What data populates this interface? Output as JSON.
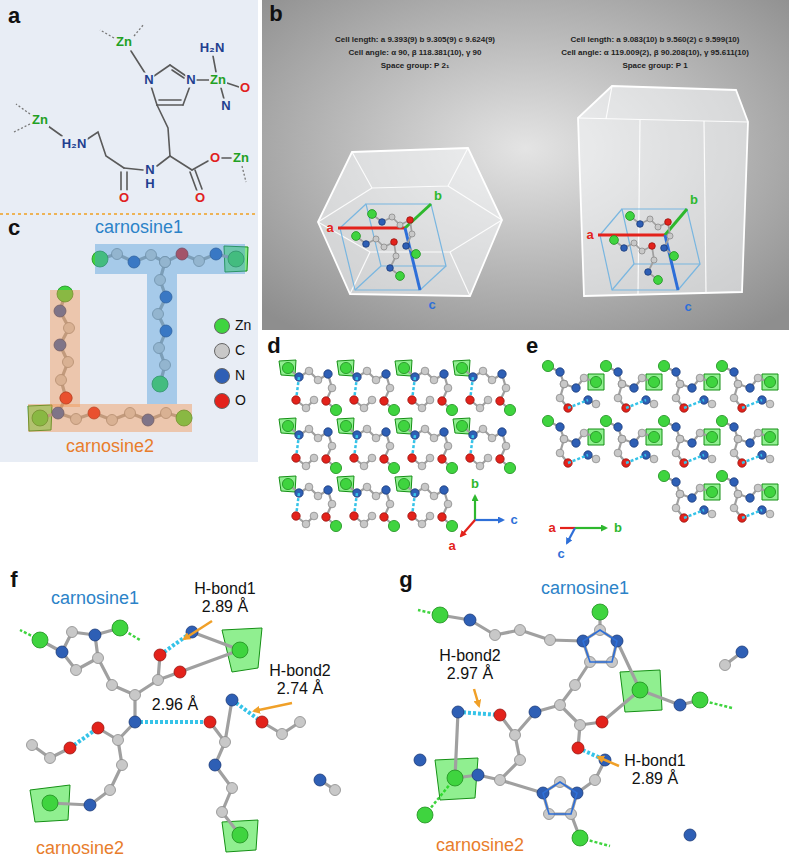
{
  "diagram": {
    "nodes": [
      {
        "text": [
          "carnosine1"
        ]
      },
      {
        "text": [
          "carnosine2"
        ]
      }
    ],
    "labels": [
      "a",
      "b",
      "c",
      "d",
      "e",
      "f",
      "g",
      "Zn",
      "H₂N",
      "Zn",
      "N",
      "N",
      "Zn",
      "H₂N",
      "O",
      "N",
      "N",
      "H",
      "O",
      "O",
      "O",
      "Zn",
      "Cell length: a 9.393(9) b 9.305(9) c 9.624(9)",
      "Cell angle: α 90, β 118.381(10), γ 90",
      "Space group: P 2₁",
      "Cell length: a 9.083(10) b 9.560(2) c 9.599(10)",
      "Cell angle: α 119.009(2), β 90.208(10), γ 95.611(10)",
      "Space group: P 1",
      "a",
      "b",
      "c",
      "a",
      "b",
      "c",
      "b",
      "c",
      "a",
      "a",
      "b",
      "c",
      "carnosine1",
      "H-bond1 2.89 Å",
      "2.96 Å",
      "H-bond2 2.74 Å",
      "carnosine2",
      "carnosine1",
      "H-bond2 2.97 Å",
      "H-bond1 2.89 Å",
      "carnosine2"
    ],
    "legend": [
      {
        "text": "Zn",
        "color": "#3fd43f"
      },
      {
        "text": "C",
        "color": "#c8c8c8"
      },
      {
        "text": "N",
        "color": "#2e5fb5"
      },
      {
        "text": "O",
        "color": "#e3221b"
      }
    ]
  }
}
